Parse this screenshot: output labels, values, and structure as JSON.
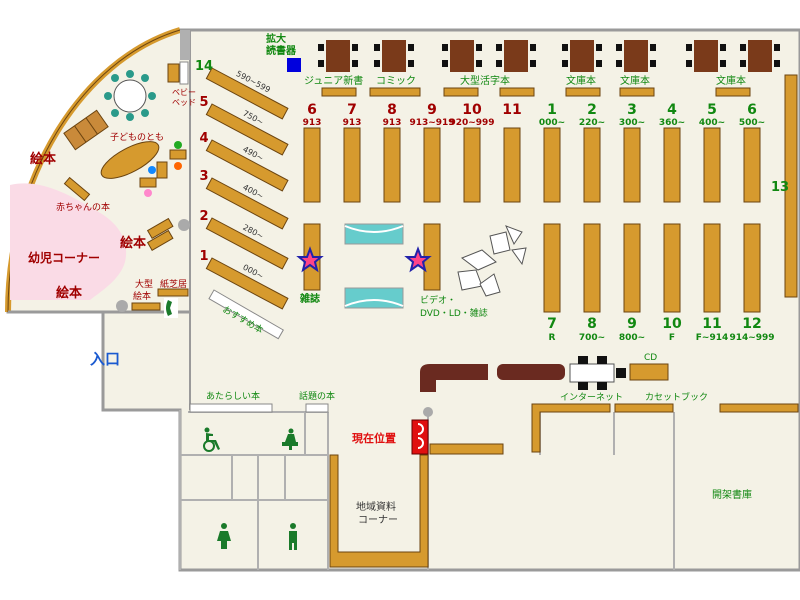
{
  "colors": {
    "wall": "#9a9a9a",
    "floor": "#f4f2e6",
    "shelf": "#d69a2e",
    "shelf_edge": "#6b4410",
    "kids_area": "#fadbe6",
    "label_red": "#a00000",
    "label_green": "#118811",
    "table": "#7a3a1a",
    "counter": "#6a2a20",
    "current_position": "#e01010",
    "magnifier": "#0000dd",
    "water": "#66cccc"
  },
  "map": {
    "entrance": "入口",
    "magnifier_label": [
      "拡大",
      "読書器"
    ],
    "current_position": "現在位置",
    "rooms": {
      "kids_corner": "幼児コーナー",
      "local_materials": [
        "地域資料",
        "コーナー"
      ],
      "stacks": "開架書庫"
    },
    "kids": {
      "picture_books_1": "絵本",
      "picture_books_2": "絵本",
      "picture_books_3": "絵本",
      "baby_books": "赤ちゃんの本",
      "kids_tomo": "子どものとも",
      "baby_bed": [
        "ベビー",
        "ベッド"
      ],
      "large_picture_books": [
        "大型",
        "絵本"
      ],
      "kamishibai": "紙芝居",
      "recommended": "おすすめ本"
    },
    "areas": {
      "magazines": "雑誌",
      "video": [
        "ビデオ・",
        "DVD・LD・雑誌"
      ],
      "new_books": "あたらしい本",
      "topical_books": "話題の本",
      "internet": "インターネット",
      "cassette": "カセットブック",
      "cd": "CD"
    },
    "top_labels": [
      "ジュニア新書",
      "コミック",
      "大型活字本",
      "文庫本",
      "文庫本",
      "文庫本"
    ],
    "diagonal_shelves": [
      {
        "num": "14",
        "range": "590~599"
      },
      {
        "num": "5",
        "range": "750~"
      },
      {
        "num": "4",
        "range": "490~"
      },
      {
        "num": "3",
        "range": "400~"
      },
      {
        "num": "2",
        "range": "280~"
      },
      {
        "num": "1",
        "range": "000~"
      }
    ],
    "red_shelves": [
      {
        "num": "6",
        "range": "913"
      },
      {
        "num": "7",
        "range": "913"
      },
      {
        "num": "8",
        "range": "913"
      },
      {
        "num": "9",
        "range": "913~919"
      },
      {
        "num": "10",
        "range": "920~999"
      },
      {
        "num": "11",
        "range": ""
      }
    ],
    "green_shelves_top": [
      {
        "num": "1",
        "range": "000~"
      },
      {
        "num": "2",
        "range": "220~"
      },
      {
        "num": "3",
        "range": "300~"
      },
      {
        "num": "4",
        "range": "360~"
      },
      {
        "num": "5",
        "range": "400~"
      },
      {
        "num": "6",
        "range": "500~"
      }
    ],
    "green_shelves_bottom": [
      {
        "num": "7",
        "range": "R"
      },
      {
        "num": "8",
        "range": "700~"
      },
      {
        "num": "9",
        "range": "800~"
      },
      {
        "num": "10",
        "range": "F"
      },
      {
        "num": "11",
        "range": "F~914"
      },
      {
        "num": "12",
        "range": "914~999"
      }
    ],
    "side_shelf_number": "13"
  }
}
